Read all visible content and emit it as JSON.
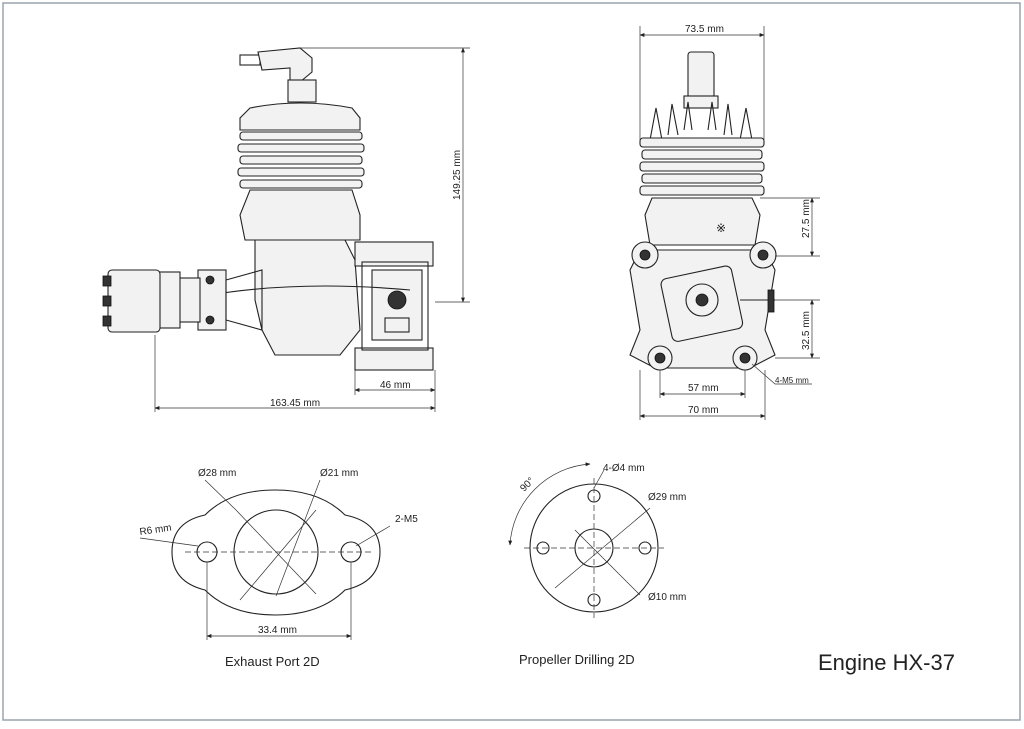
{
  "title": "Engine HX-37",
  "captions": {
    "exhaust": "Exhaust Port 2D",
    "propeller": "Propeller Drilling 2D"
  },
  "side_view": {
    "height": "149.25 mm",
    "length": "163.45 mm",
    "mount_depth": "46 mm"
  },
  "front_view": {
    "width_top": "73.5 mm",
    "upper_offset": "27.5 mm",
    "lower_offset": "32.5 mm",
    "mount_spacing": "57 mm",
    "mount_width": "70 mm",
    "mount_holes": "4-M5 mm"
  },
  "exhaust_port": {
    "outer_diameter": "Ø28 mm",
    "inner_diameter": "Ø21 mm",
    "radius": "R6 mm",
    "bolts": "2-M5",
    "bolt_spacing": "33.4 mm"
  },
  "propeller": {
    "angle": "90°",
    "holes": "4-Ø4 mm",
    "bolt_circle": "Ø29 mm",
    "center_hole": "Ø10 mm"
  }
}
